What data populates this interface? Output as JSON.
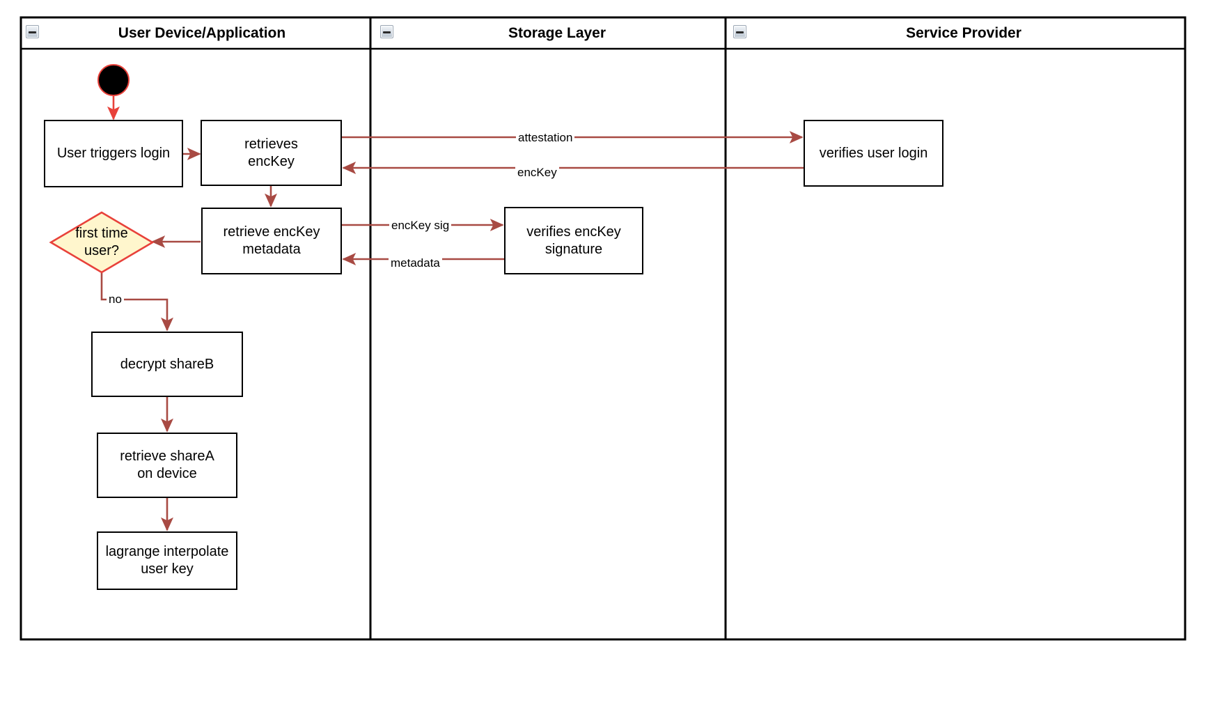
{
  "diagram": {
    "type": "swimlane-activity-diagram",
    "background": "#ffffff",
    "frame_border_color": "#000000",
    "edge_color": "#a84a43",
    "start_node_fill": "#000000",
    "start_node_stroke": "#e8413a",
    "decision_fill": "#fff6cd",
    "decision_stroke": "#e8413a",
    "node_stroke": "#000000",
    "node_fill": "#ffffff"
  },
  "lanes": [
    {
      "id": "user-device",
      "title": "User Device/Application",
      "collapse_icon": "collapse-minus-icon"
    },
    {
      "id": "storage-layer",
      "title": "Storage Layer",
      "collapse_icon": "collapse-minus-icon"
    },
    {
      "id": "service-provider",
      "title": "Service Provider",
      "collapse_icon": "collapse-minus-icon"
    }
  ],
  "nodes": {
    "start": {
      "name": "start-node",
      "label": ""
    },
    "user_triggers_login": {
      "label": "User triggers login"
    },
    "retrieves_enckey": {
      "label": "retrieves\nencKey"
    },
    "retrieve_enckey_metadata": {
      "label": "retrieve encKey\nmetadata"
    },
    "first_time_user": {
      "label": "first time\nuser?"
    },
    "decrypt_shareb": {
      "label": "decrypt shareB"
    },
    "retrieve_sharea": {
      "label": "retrieve shareA\non device"
    },
    "lagrange": {
      "label": "lagrange interpolate\nuser key"
    },
    "verifies_enckey_signature": {
      "label": "verifies encKey\nsignature"
    },
    "verifies_user_login": {
      "label": "verifies user login"
    }
  },
  "edges": [
    {
      "id": "start-to-login",
      "label": "",
      "from": "start",
      "to": "user_triggers_login"
    },
    {
      "id": "login-to-retrieves",
      "label": "",
      "from": "user_triggers_login",
      "to": "retrieves_enckey"
    },
    {
      "id": "attestation",
      "label": "attestation",
      "from": "retrieves_enckey",
      "to": "verifies_user_login"
    },
    {
      "id": "enckey-back",
      "label": "encKey",
      "from": "verifies_user_login",
      "to": "retrieves_enckey"
    },
    {
      "id": "retrieves-to-metadata",
      "label": "",
      "from": "retrieves_enckey",
      "to": "retrieve_enckey_metadata"
    },
    {
      "id": "enckey-sig",
      "label": "encKey sig",
      "from": "retrieve_enckey_metadata",
      "to": "verifies_enckey_signature"
    },
    {
      "id": "metadata",
      "label": "metadata",
      "from": "verifies_enckey_signature",
      "to": "retrieve_enckey_metadata"
    },
    {
      "id": "metadata-to-decision",
      "label": "",
      "from": "retrieve_enckey_metadata",
      "to": "first_time_user"
    },
    {
      "id": "decision-no",
      "label": "no",
      "from": "first_time_user",
      "to": "decrypt_shareb"
    },
    {
      "id": "decrypt-to-retrieve",
      "label": "",
      "from": "decrypt_shareb",
      "to": "retrieve_sharea"
    },
    {
      "id": "retrieve-to-lagrange",
      "label": "",
      "from": "retrieve_sharea",
      "to": "lagrange"
    }
  ]
}
